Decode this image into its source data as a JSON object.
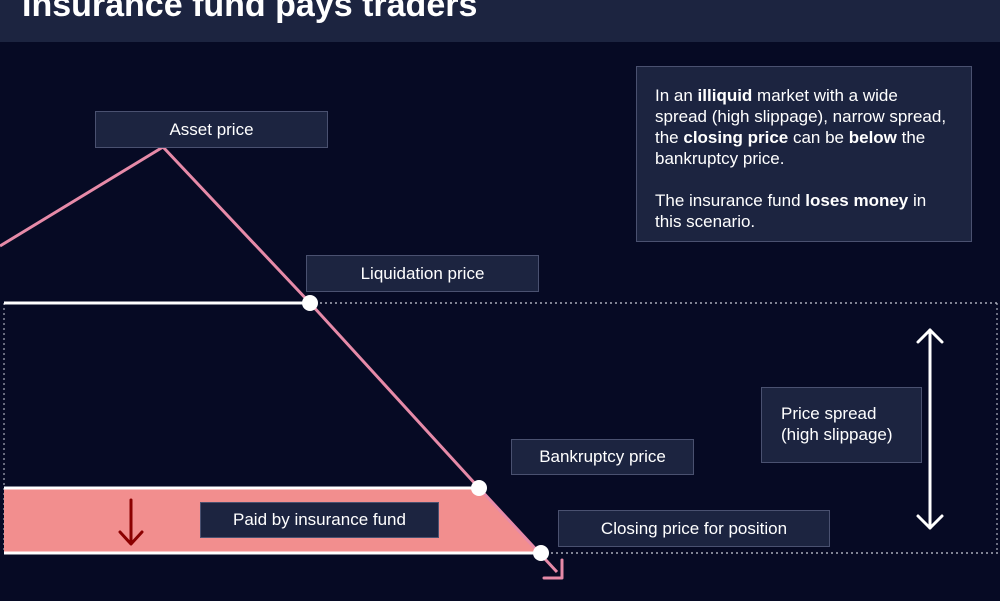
{
  "title": "Insurance fund pays traders",
  "labels": {
    "asset_price": "Asset price",
    "liquidation_price": "Liquidation price",
    "bankruptcy_price": "Bankruptcy price",
    "closing_price": "Closing price for position",
    "paid_by_fund": "Paid by insurance fund",
    "price_spread_line1": "Price spread",
    "price_spread_line2": "(high slippage)"
  },
  "info": {
    "p1_a": "In an ",
    "p1_b": "illiquid",
    "p1_c": " market with a wide spread (high slippage), narrow spread, the ",
    "p1_d": "closing price",
    "p1_e": " can be ",
    "p1_f": "below",
    "p1_g": " the bankruptcy price.",
    "p2_a": "The insurance fund ",
    "p2_b": "loses money",
    "p2_c": " in this scenario."
  },
  "colors": {
    "background": "#060a24",
    "panel": "#1c2440",
    "price_line": "#e68aa8",
    "fund_area": "#f28e8e",
    "down_arrow": "#8b0000",
    "level_line": "#ffffff"
  },
  "icons": {
    "down_arrow": "arrow-down-icon",
    "spread_arrow": "double-arrow-vertical-icon"
  }
}
